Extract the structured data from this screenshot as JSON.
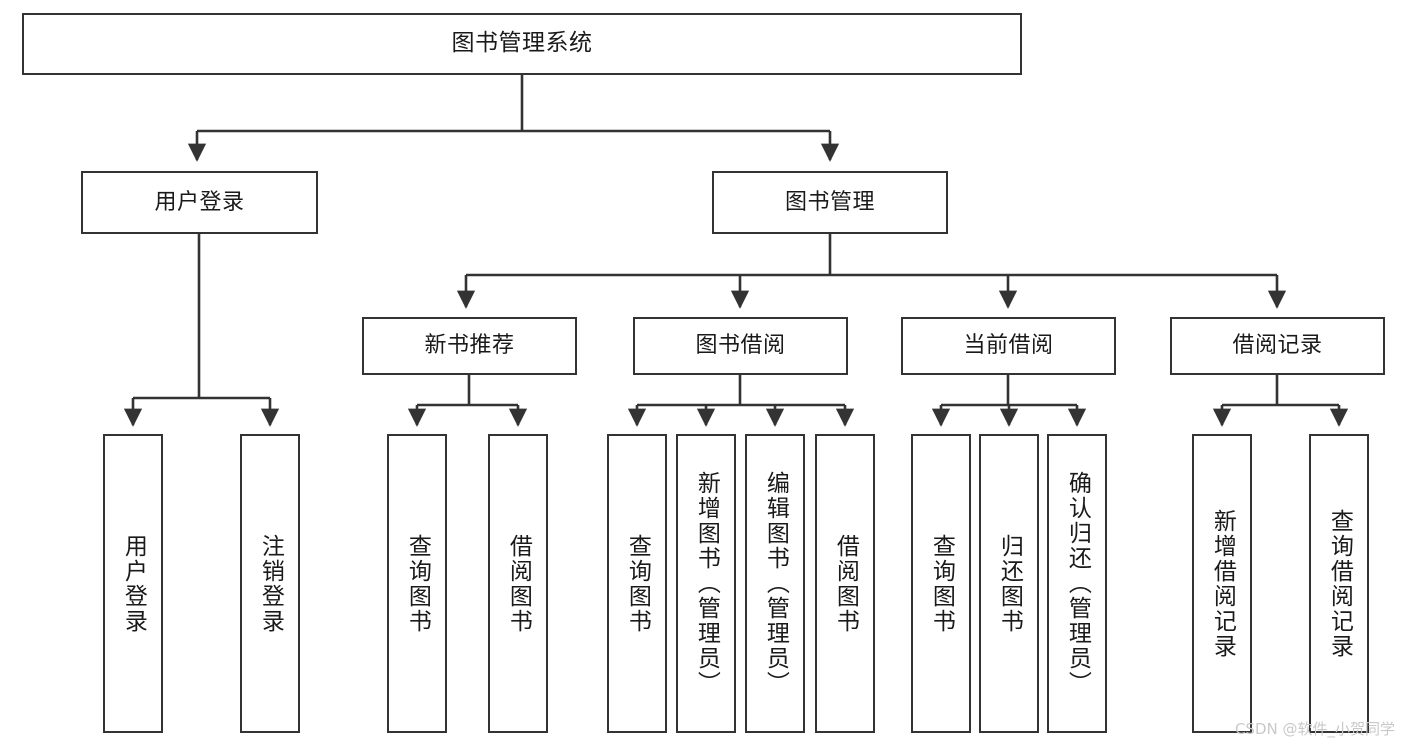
{
  "diagram": {
    "type": "tree-hierarchy",
    "title": "图书管理系统",
    "orientation": "top-down",
    "colors": {
      "background": "#ffffff",
      "node_border": "#333333",
      "node_fill": "#ffffff",
      "edge": "#333333",
      "text": "#1a1a1a",
      "watermark": "#c9c9c9"
    },
    "nodes": {
      "root": {
        "label": "图书管理系统"
      },
      "level2": [
        {
          "id": "user-login",
          "label": "用户登录"
        },
        {
          "id": "book-manage",
          "label": "图书管理"
        }
      ],
      "level3": [
        {
          "id": "new-book-recommend",
          "label": "新书推荐"
        },
        {
          "id": "book-borrow",
          "label": "图书借阅"
        },
        {
          "id": "current-borrow",
          "label": "当前借阅"
        },
        {
          "id": "borrow-record",
          "label": "借阅记录"
        }
      ],
      "leaves": {
        "user_login": [
          {
            "id": "leaf-user-login",
            "label": "用户登录"
          },
          {
            "id": "leaf-logout-login",
            "label": "注销登录"
          }
        ],
        "new_book_recommend": [
          {
            "id": "leaf-query-book-1",
            "label": "查询图书"
          },
          {
            "id": "leaf-borrow-book-1",
            "label": "借阅图书"
          }
        ],
        "book_borrow": [
          {
            "id": "leaf-query-book-2",
            "label": "查询图书"
          },
          {
            "id": "leaf-add-book",
            "label": "新增图书（管理员）"
          },
          {
            "id": "leaf-edit-book",
            "label": "编辑图书（管理员）"
          },
          {
            "id": "leaf-borrow-book-2",
            "label": "借阅图书"
          }
        ],
        "current_borrow": [
          {
            "id": "leaf-query-book-3",
            "label": "查询图书"
          },
          {
            "id": "leaf-return-book",
            "label": "归还图书"
          },
          {
            "id": "leaf-confirm-return",
            "label": "确认归还（管理员）"
          }
        ],
        "borrow_record": [
          {
            "id": "leaf-add-borrow-record",
            "label": "新增借阅记录"
          },
          {
            "id": "leaf-query-borrow-record",
            "label": "查询借阅记录"
          }
        ]
      }
    },
    "watermark": "CSDN @软件_小贺同学"
  }
}
